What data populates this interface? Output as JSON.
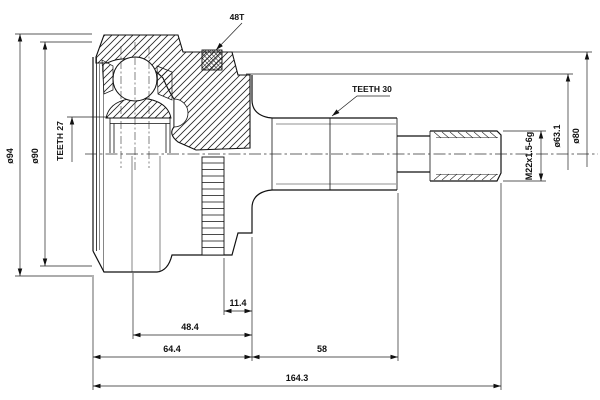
{
  "drawing": {
    "callouts": {
      "abs_ring_teeth": "48T",
      "shaft_spline": "TEETH 30",
      "hub_spline": "TEETH 27"
    },
    "diameters": {
      "bell_od": "ø94",
      "bell_groove": "ø90",
      "boot_seat": "ø63.1",
      "abs_ring_od": "ø80"
    },
    "thread_spec": "M22x1.5-6g",
    "lengths": {
      "ring_offset": "11.4",
      "ring_to_face": "48.4",
      "bell_length": "64.4",
      "spline_length": "58",
      "total_length": "164.3"
    }
  }
}
